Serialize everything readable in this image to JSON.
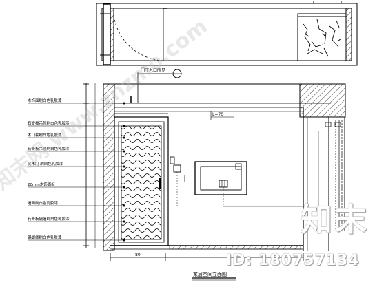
{
  "drawing": {
    "title": "某层空间立面图",
    "top_tag": "门厅入口所见",
    "dim_bottom_left": "80",
    "dim_center": "L=70"
  },
  "callouts": [
    "木饰面刷白色乳胶漆",
    "石膏板吊顶刷白色乳胶漆",
    "木门套刷白色乳胶漆",
    "石膏板吊顶刷白色乳胶漆",
    "实木门 刷白色乳胶漆",
    "20mm木饰面板",
    "墙面刷白色乳胶漆",
    "石膏板隔墙刷白色乳胶漆",
    "踢脚线刷白色乳胶漆"
  ],
  "watermark": {
    "brand": "知末",
    "id": "ID: 180757134",
    "diagonal": "知末网 www.znzmo.com"
  }
}
